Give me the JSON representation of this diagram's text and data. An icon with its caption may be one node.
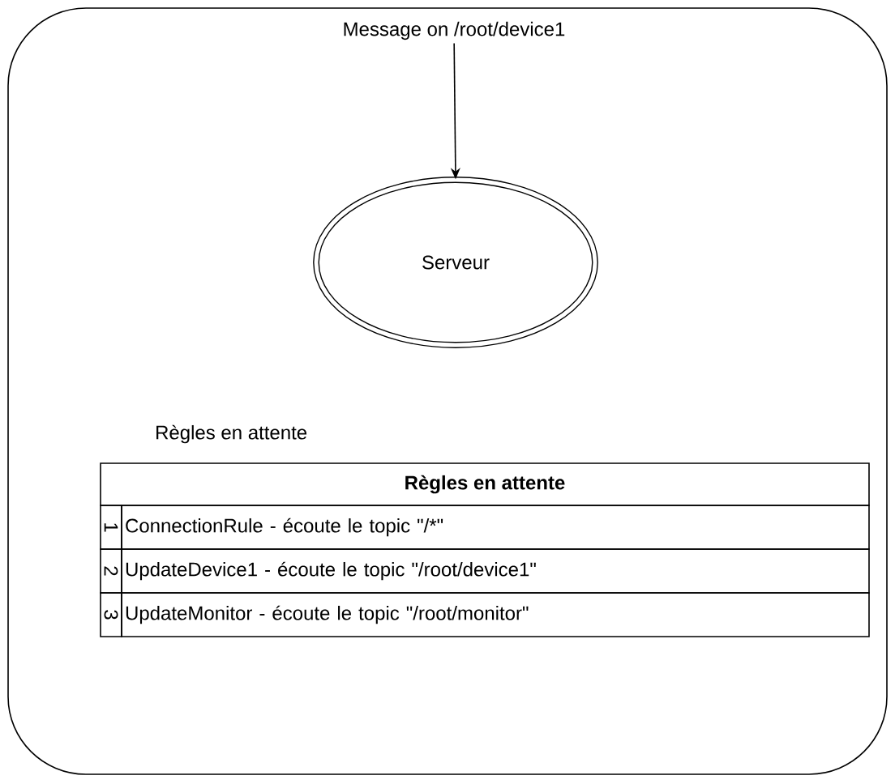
{
  "diagram": {
    "nodes": [
      {
        "text": [],
        "shape": "box"
      },
      {
        "text": [
          "Message on /root/device1"
        ],
        "in": 0
      },
      {
        "text": [
          "Serveur"
        ],
        "in": 0
      }
    ],
    "edges": [
      {
        "from": 1,
        "to": 2,
        "arrow": "to"
      }
    ],
    "labels": [
      "Règles en attente",
      "Règles en attente",
      "1",
      "ConnectionRule - écoute le topic \"/*\"",
      "2",
      "UpdateDevice1 - écoute le topic \"/root/device1\"",
      "3",
      "UpdateMonitor - écoute le topic \"/root/monitor\""
    ]
  }
}
